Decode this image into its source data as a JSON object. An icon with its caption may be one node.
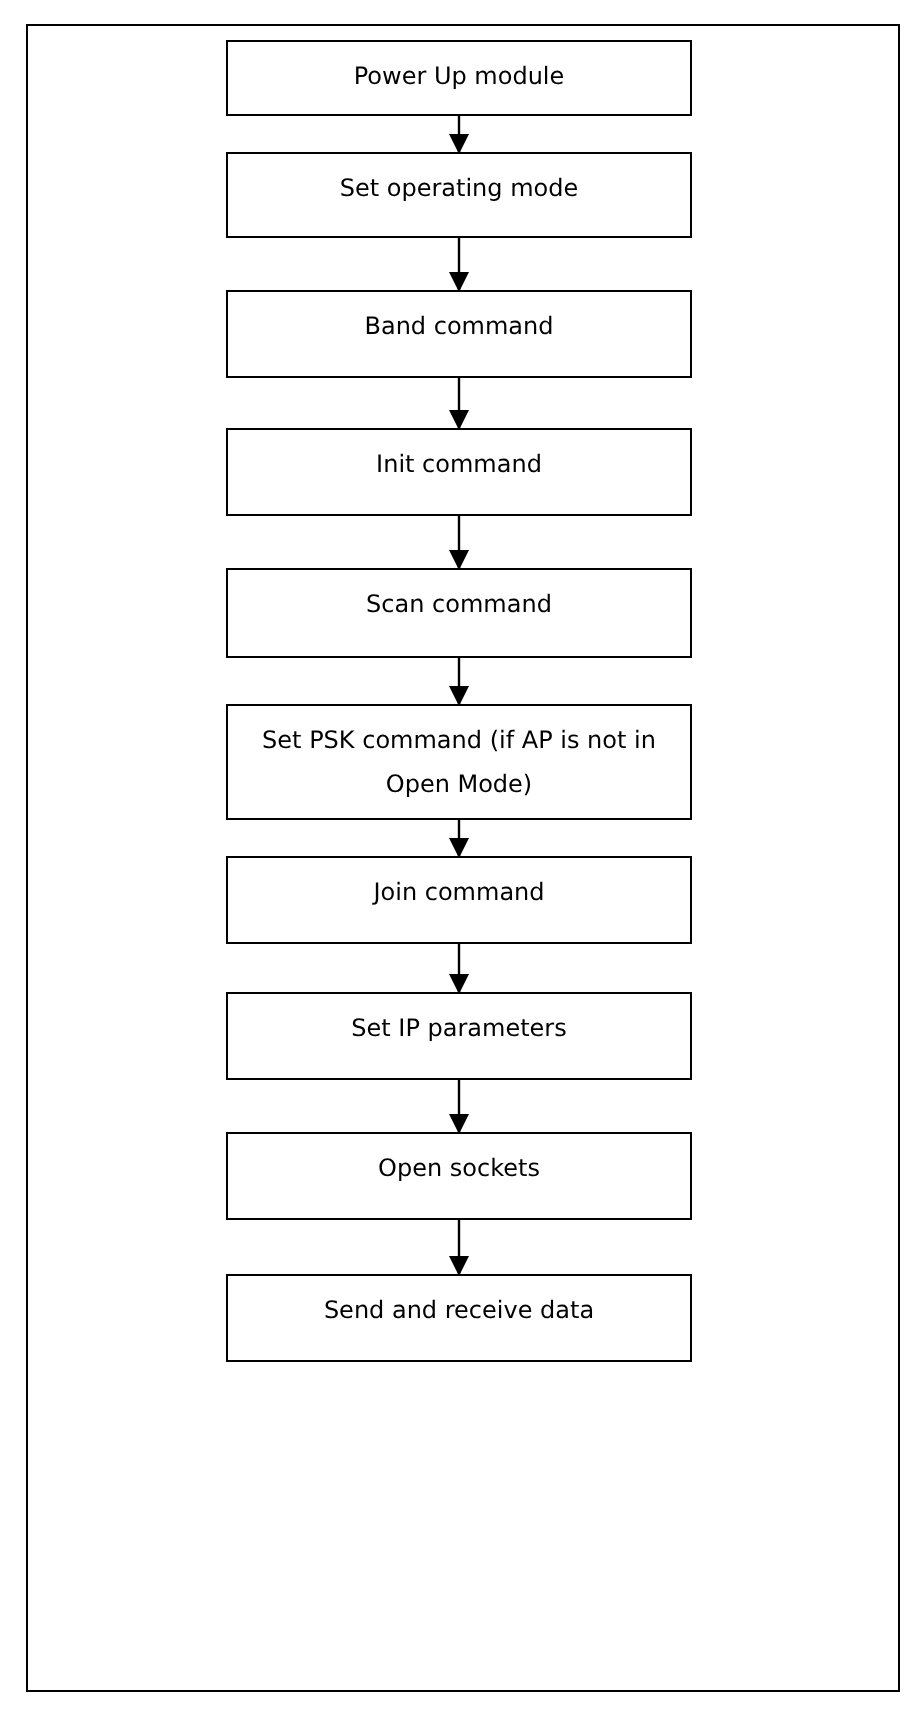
{
  "diagram": {
    "nodes": [
      {
        "text": [
          "Power Up module"
        ]
      },
      {
        "text": [
          "Set operating mode"
        ]
      },
      {
        "text": [
          "Band command"
        ]
      },
      {
        "text": [
          "Init command"
        ]
      },
      {
        "text": [
          "Scan command"
        ]
      },
      {
        "text": [
          "Set PSK command (if AP is not in Open Mode)"
        ]
      },
      {
        "text": [
          "Join command"
        ]
      },
      {
        "text": [
          "Set IP parameters"
        ]
      },
      {
        "text": [
          "Open sockets"
        ]
      },
      {
        "text": [
          "Send and receive data"
        ]
      }
    ],
    "edges": [
      {
        "from": 0,
        "to": 1,
        "arrow": "to"
      },
      {
        "from": 1,
        "to": 2,
        "arrow": "to"
      },
      {
        "from": 2,
        "to": 3,
        "arrow": "to"
      },
      {
        "from": 3,
        "to": 4,
        "arrow": "to"
      },
      {
        "from": 4,
        "to": 5,
        "arrow": "to"
      },
      {
        "from": 5,
        "to": 6,
        "arrow": "to"
      },
      {
        "from": 6,
        "to": 7,
        "arrow": "to"
      },
      {
        "from": 7,
        "to": 8,
        "arrow": "to"
      },
      {
        "from": 8,
        "to": 9,
        "arrow": "to"
      }
    ]
  }
}
